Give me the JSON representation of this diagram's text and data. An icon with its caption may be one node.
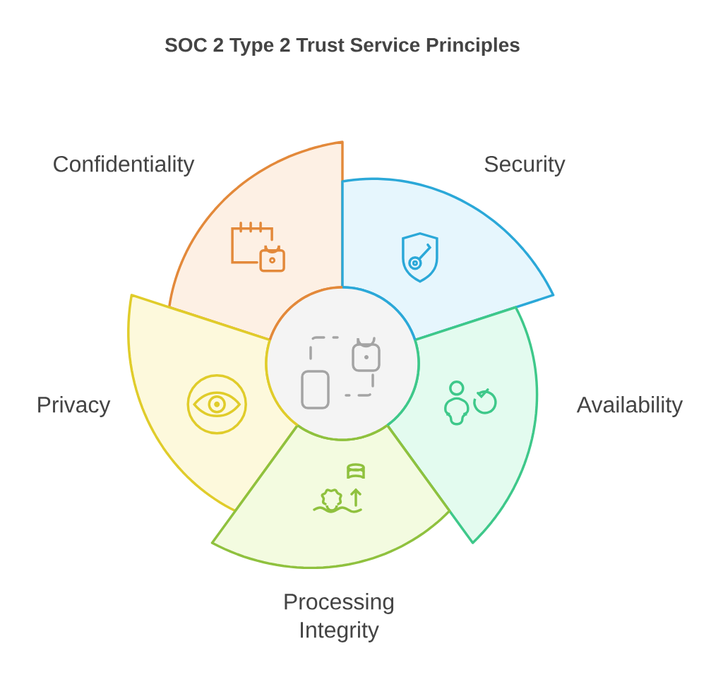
{
  "diagram": {
    "title": "SOC 2 Type 2 Trust Service Principles",
    "nodes": [
      {
        "text": [
          "Confidentiality"
        ]
      },
      {
        "text": [
          "Security"
        ]
      },
      {
        "text": [],
        "shape": "circle"
      },
      {
        "text": [
          "Privacy"
        ]
      },
      {
        "text": [
          "Availability"
        ]
      },
      {
        "text": [
          "Processing Integrity"
        ]
      }
    ]
  }
}
